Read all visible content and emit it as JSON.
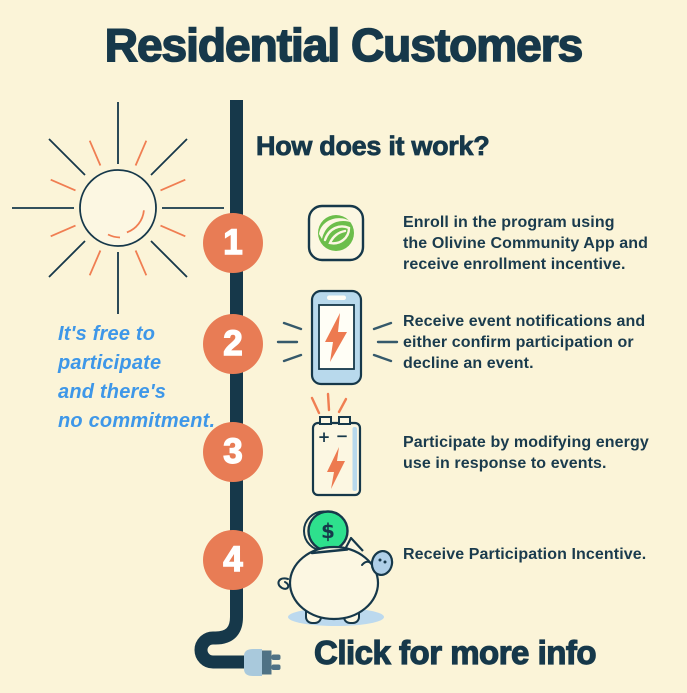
{
  "title": "Residential Customers",
  "heading": "How does it work?",
  "cta": "Click for more info",
  "note": {
    "lines": [
      "It's free to",
      "participate",
      "and there's",
      "no commitment."
    ]
  },
  "steps": [
    {
      "number": "1",
      "icon": "leaf-app-icon",
      "lines": [
        "Enroll in the program using",
        "the Olivine Community App and",
        "receive enrollment incentive."
      ]
    },
    {
      "number": "2",
      "icon": "phone-notification-icon",
      "lines": [
        "Receive event notifications and",
        "either confirm participation or",
        "decline an event."
      ]
    },
    {
      "number": "3",
      "icon": "battery-energy-icon",
      "lines": [
        "Participate by modifying energy",
        "use in response to events."
      ]
    },
    {
      "number": "4",
      "icon": "piggy-bank-icon",
      "lines": [
        "Receive Participation Incentive."
      ]
    }
  ],
  "decorations": [
    "sun-icon",
    "timeline-line",
    "power-plug-icon"
  ],
  "colors": {
    "background": "#FBF4D8",
    "ink": "#16384A",
    "accent_orange": "#E87C55",
    "note_blue": "#3E97E8",
    "leaf_green": "#6CBE4B",
    "coin_green": "#2EE08D",
    "device_blue": "#B8D9EC",
    "plug_blue": "#A9C9DC",
    "shadow_blue": "#BCD9EE"
  }
}
